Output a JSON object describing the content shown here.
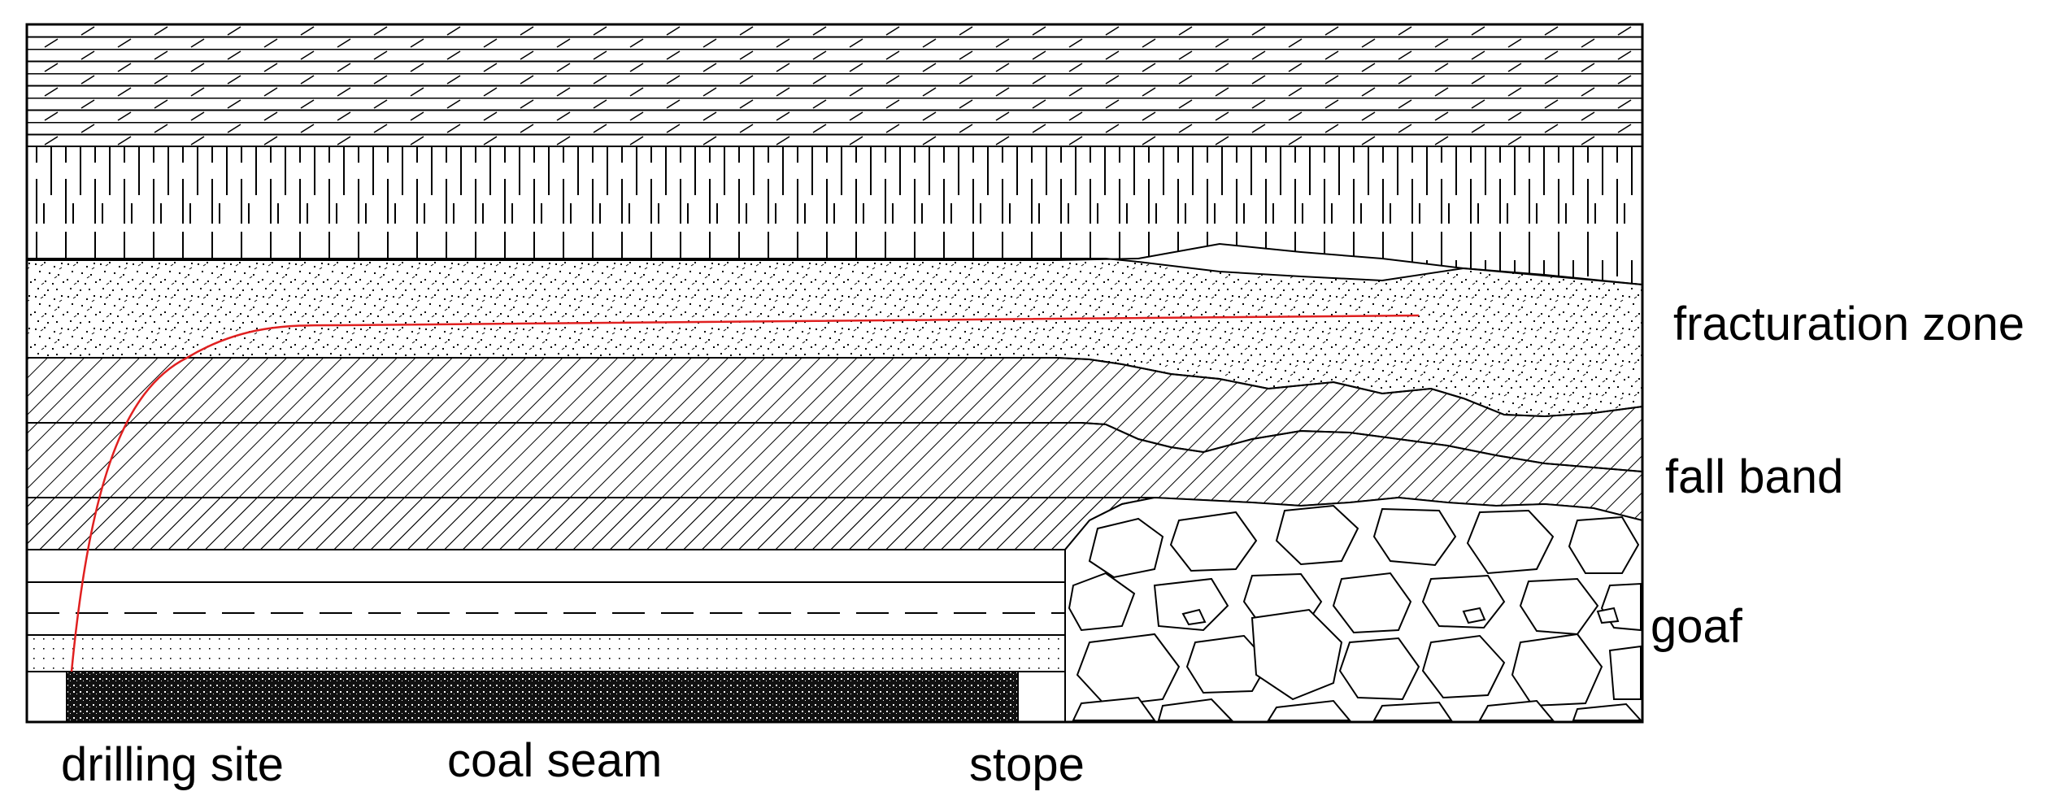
{
  "labels": {
    "fracturation_zone": "fracturation zone",
    "fall_band": "fall band",
    "goaf": "goaf",
    "drilling_site": "drilling site",
    "coal_seam": "coal seam",
    "stope": "stope"
  },
  "colors": {
    "outline": "#000000",
    "background": "#ffffff",
    "borehole": "#e02020"
  }
}
